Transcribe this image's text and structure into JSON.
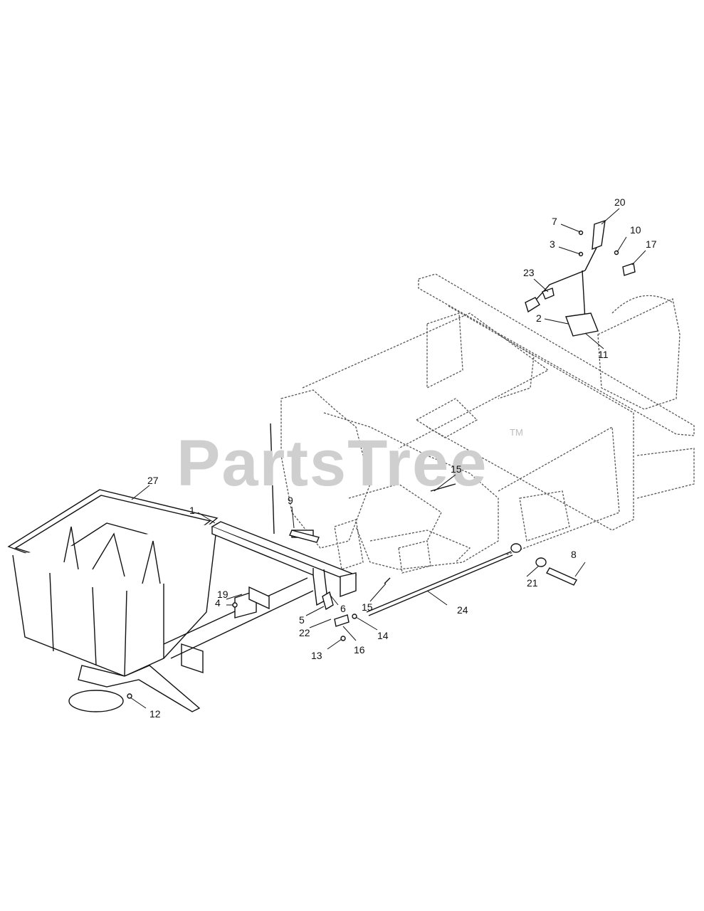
{
  "watermark": {
    "brand": "PartsTree",
    "trademark": "TM"
  },
  "callouts": {
    "c1": "1",
    "c2": "2",
    "c3": "3",
    "c4": "4",
    "c5": "5",
    "c6": "6",
    "c7": "7",
    "c8": "8",
    "c9": "9",
    "c10": "10",
    "c11": "11",
    "c12": "12",
    "c13": "13",
    "c14": "14",
    "c15a": "15",
    "c15b": "15",
    "c16": "16",
    "c17": "17",
    "c19": "19",
    "c20": "20",
    "c21": "21",
    "c22": "22",
    "c23": "23",
    "c24": "24",
    "c27": "27"
  }
}
